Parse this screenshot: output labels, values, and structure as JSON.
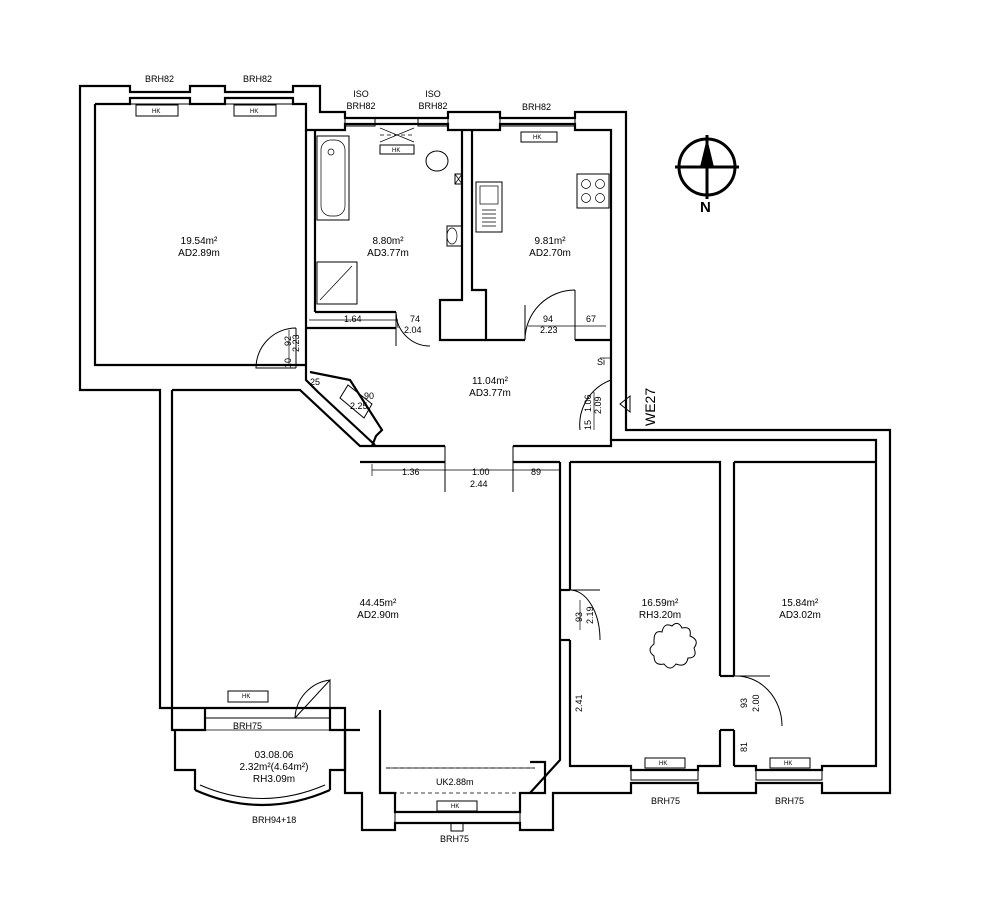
{
  "plan": {
    "north_label": "N",
    "unit_label": "WE27",
    "rooms": [
      {
        "area": "19.54m²",
        "height": "AD2.89m"
      },
      {
        "area": "8.80m²",
        "height": "AD3.77m"
      },
      {
        "area": "9.81m²",
        "height": "AD2.70m"
      },
      {
        "area": "11.04m²",
        "height": "AD3.77m"
      },
      {
        "area": "44.45m²",
        "height": "AD2.90m"
      },
      {
        "area": "16.59m²",
        "height": "RH3.20m"
      },
      {
        "area": "15.84m²",
        "height": "AD3.02m"
      }
    ],
    "bay": {
      "code": "03.08.06",
      "area": "2.32m²(4.64m²)",
      "height": "RH3.09m",
      "window": "BRH94+18"
    },
    "windows": [
      "BRH82",
      "BRH82",
      "BRH82",
      "BRH82",
      "BRH82",
      "BRH75",
      "BRH75",
      "BRH75",
      "BRH75"
    ],
    "iso": "ISO",
    "heater": "HK",
    "uk": "UK2.88m",
    "dims": [
      "1.64",
      "74",
      "2.04",
      "94",
      "2.23",
      "67",
      "92",
      "2.23",
      "10",
      "25",
      "90",
      "2.25",
      "Si",
      "1.06",
      "2.09",
      "15",
      "1.36",
      "1.00",
      "2.44",
      "89",
      "93",
      "2.19",
      "2.41",
      "93",
      "2.00",
      "81"
    ]
  }
}
